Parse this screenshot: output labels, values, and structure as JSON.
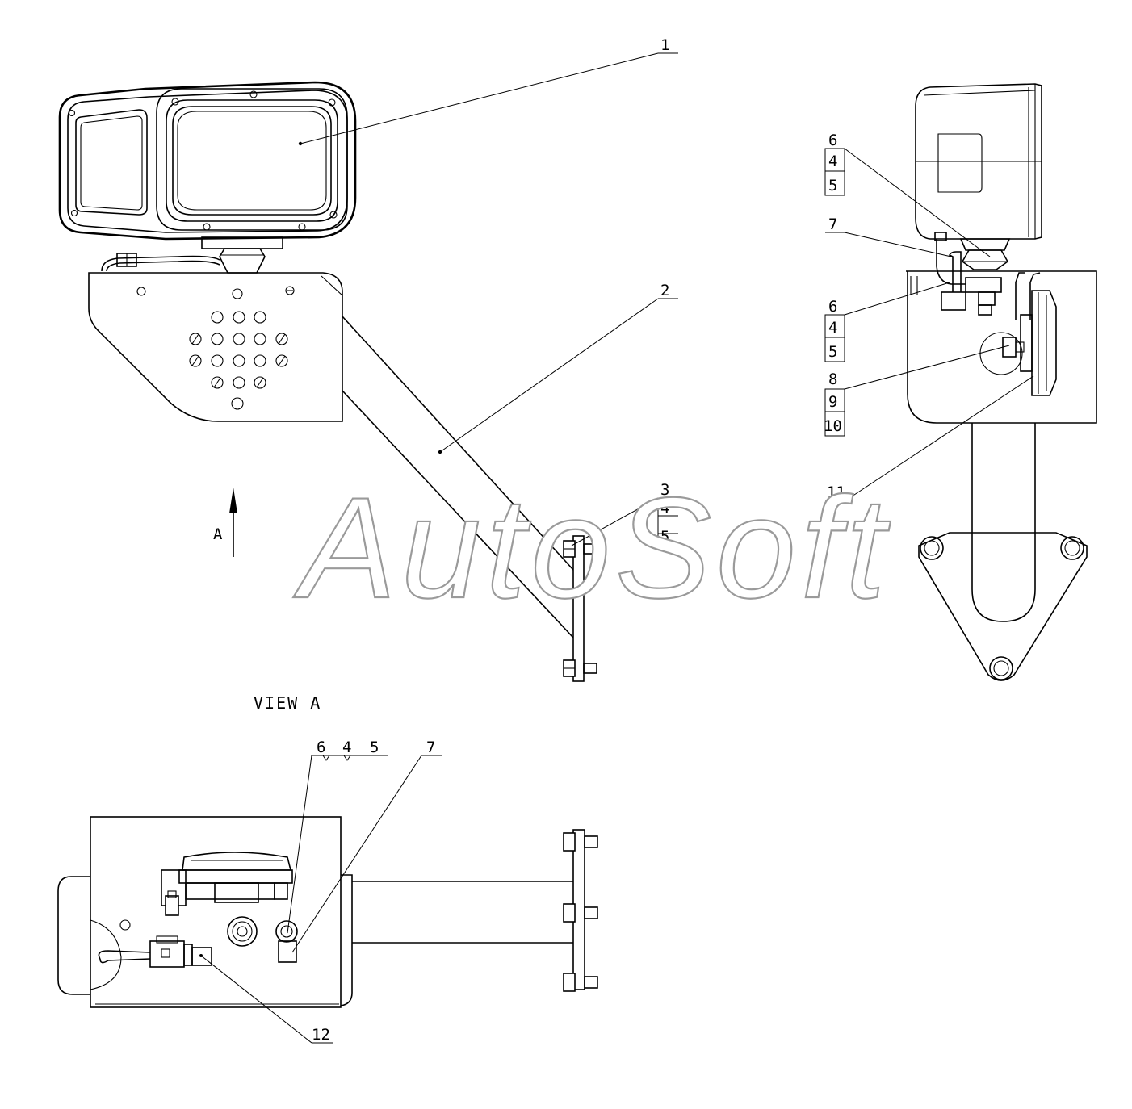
{
  "callouts": {
    "front": {
      "c1": "1",
      "c2": "2",
      "c3": "3",
      "c4": "4",
      "c5": "5"
    },
    "arrow_label": "A",
    "side": {
      "c6a": "6",
      "c4a": "4",
      "c5a": "5",
      "c7": "7",
      "c6b": "6",
      "c4b": "4",
      "c5b": "5",
      "c8": "8",
      "c9": "9",
      "c10": "10",
      "c11": "11"
    },
    "view_title": "VIEW A",
    "viewa": {
      "c6": "6",
      "c4": "4",
      "c5": "5",
      "c7": "7",
      "c12": "12"
    }
  },
  "watermark": {
    "text": "AutoSoft"
  }
}
